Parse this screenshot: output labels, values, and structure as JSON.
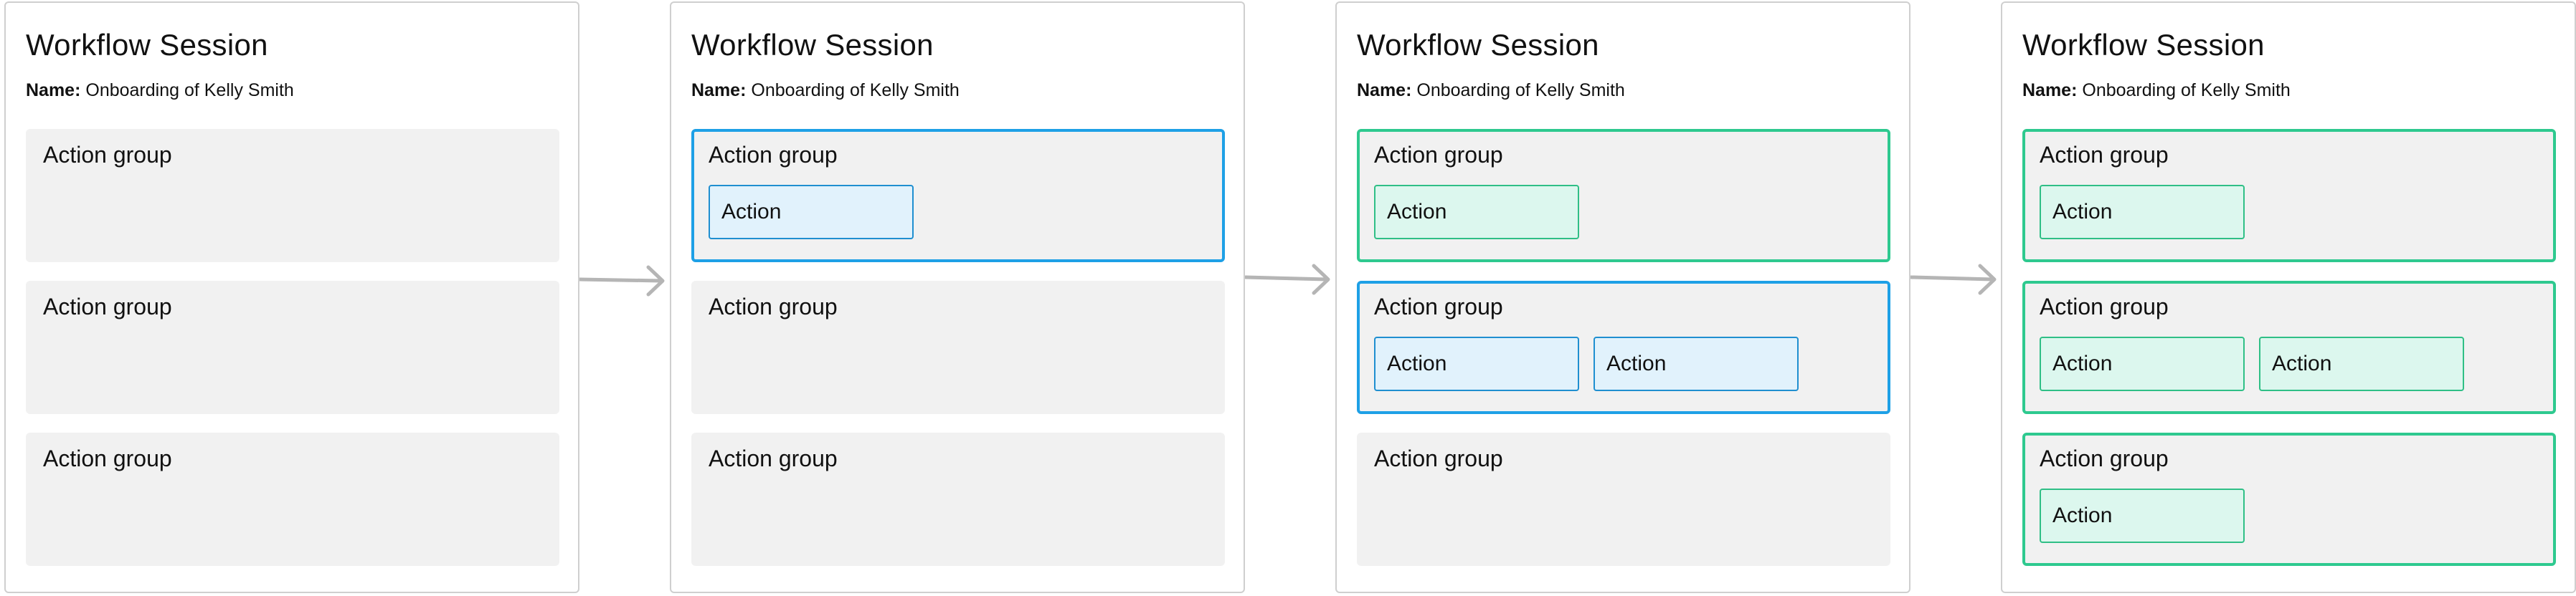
{
  "panels": [
    {
      "title": "Workflow Session",
      "name_label": "Name:",
      "name_value": " Onboarding of Kelly Smith",
      "groups": [
        {
          "label": "Action group",
          "state": "idle",
          "actions": []
        },
        {
          "label": "Action group",
          "state": "idle",
          "actions": []
        },
        {
          "label": "Action group",
          "state": "idle",
          "actions": []
        }
      ]
    },
    {
      "title": "Workflow Session",
      "name_label": "Name:",
      "name_value": " Onboarding of Kelly Smith",
      "groups": [
        {
          "label": "Action group",
          "state": "active",
          "actions": [
            {
              "label": "Action",
              "state": "in-progress"
            }
          ]
        },
        {
          "label": "Action group",
          "state": "idle",
          "actions": []
        },
        {
          "label": "Action group",
          "state": "idle",
          "actions": []
        }
      ]
    },
    {
      "title": "Workflow Session",
      "name_label": "Name:",
      "name_value": " Onboarding of Kelly Smith",
      "groups": [
        {
          "label": "Action group",
          "state": "done",
          "actions": [
            {
              "label": "Action",
              "state": "completed"
            }
          ]
        },
        {
          "label": "Action group",
          "state": "active",
          "actions": [
            {
              "label": "Action",
              "state": "in-progress"
            },
            {
              "label": "Action",
              "state": "in-progress"
            }
          ]
        },
        {
          "label": "Action group",
          "state": "idle",
          "actions": []
        }
      ]
    },
    {
      "title": "Workflow Session",
      "name_label": "Name:",
      "name_value": " Onboarding of Kelly Smith",
      "groups": [
        {
          "label": "Action group",
          "state": "done",
          "actions": [
            {
              "label": "Action",
              "state": "completed"
            }
          ]
        },
        {
          "label": "Action group",
          "state": "done",
          "actions": [
            {
              "label": "Action",
              "state": "completed"
            },
            {
              "label": "Action",
              "state": "completed"
            }
          ]
        },
        {
          "label": "Action group",
          "state": "done",
          "actions": [
            {
              "label": "Action",
              "state": "completed"
            }
          ]
        }
      ]
    }
  ],
  "colors": {
    "active_border": "#1ea0e6",
    "done_border": "#2ec98f",
    "in_progress_fill": "#e1f2fc",
    "completed_fill": "#dcf7ee",
    "group_fill": "#f1f1f1",
    "arrow": "#b5b5b5"
  }
}
